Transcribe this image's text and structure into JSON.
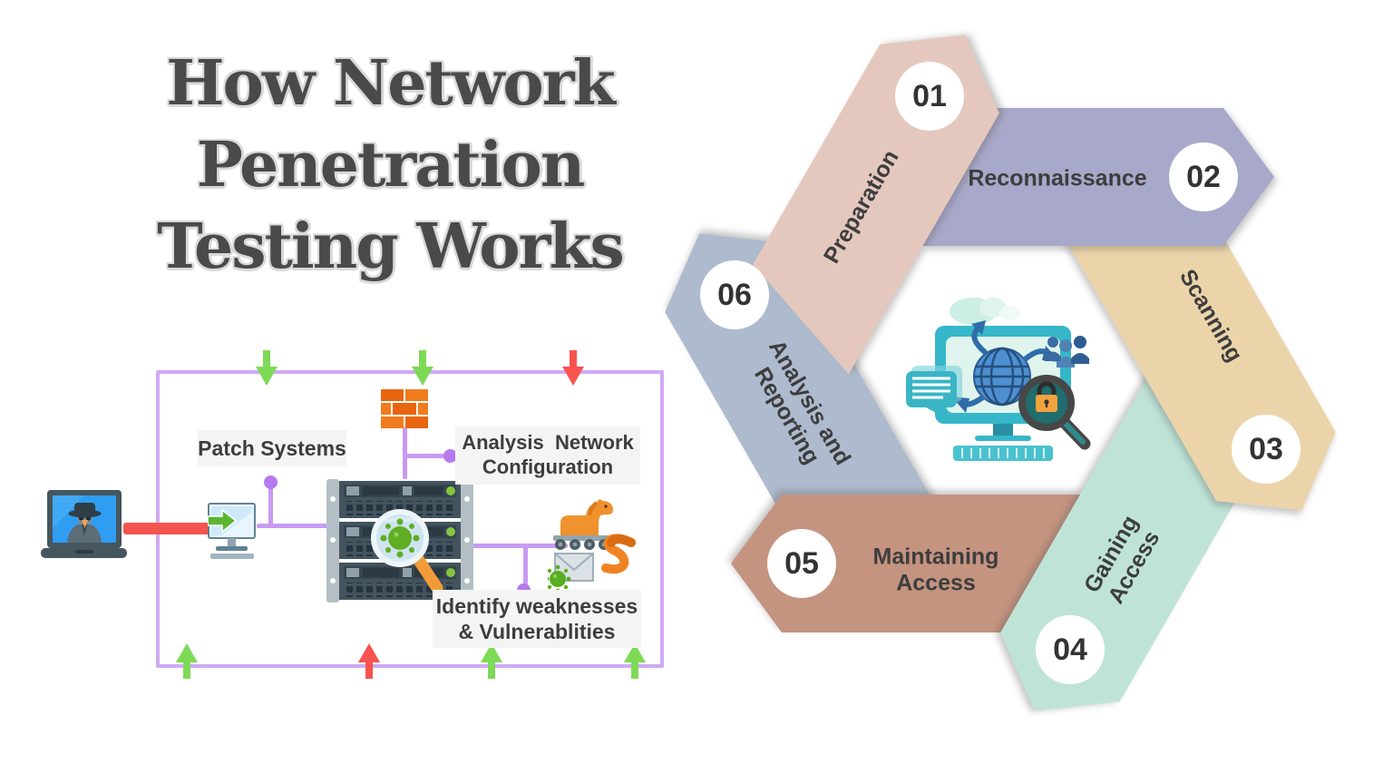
{
  "title": {
    "line1": "How Network Penetration",
    "line2": "Testing Works"
  },
  "process_cycle": {
    "center_icon": "computer-security-illustration",
    "steps": [
      {
        "number": "01",
        "label_lines": [
          "Preparation"
        ],
        "color": "#e4c8be"
      },
      {
        "number": "02",
        "label_lines": [
          "Reconnaissance"
        ],
        "color": "#a8a8ca"
      },
      {
        "number": "03",
        "label_lines": [
          "Scanning"
        ],
        "color": "#ecd4aa"
      },
      {
        "number": "04",
        "label_lines": [
          "Gaining",
          "Access"
        ],
        "color": "#bfe4d7"
      },
      {
        "number": "05",
        "label_lines": [
          "Maintaining",
          "Access"
        ],
        "color": "#c49480"
      },
      {
        "number": "06",
        "label_lines": [
          "Analysis and",
          "Reporting"
        ],
        "color": "#aebbce"
      }
    ]
  },
  "network_diagram": {
    "labels": {
      "patch_systems": "Patch Systems",
      "analysis_network_line1": "Analysis  Network",
      "analysis_network_line2": "Configuration",
      "identify_line1": "Identify weaknesses",
      "identify_line2": "& Vulnerablities"
    },
    "flow_arrows": {
      "top": [
        "green",
        "green",
        "red"
      ],
      "bottom": [
        "green",
        "red",
        "green",
        "green"
      ]
    },
    "icons": [
      "hacker-laptop-icon",
      "attack-line",
      "workstation-icon",
      "server-rack-icon",
      "virus-magnifier-icon",
      "firewall-icon",
      "trojan-horse-icon",
      "infected-email-icon",
      "worm-icon"
    ]
  },
  "colors": {
    "title_color": "#4a4a4a",
    "title_outline": "#d9d9d9",
    "text_dark": "#3d3d3d",
    "step_number_color": "#333333",
    "border_purple": "#cfa9f4",
    "purple_line": "#c79bf2",
    "purple_dot": "#b57bee",
    "attack_red": "#f4544f",
    "flow_green": "#7ed957",
    "flow_red": "#f8534f",
    "label_bg": "#f4f4f4"
  }
}
